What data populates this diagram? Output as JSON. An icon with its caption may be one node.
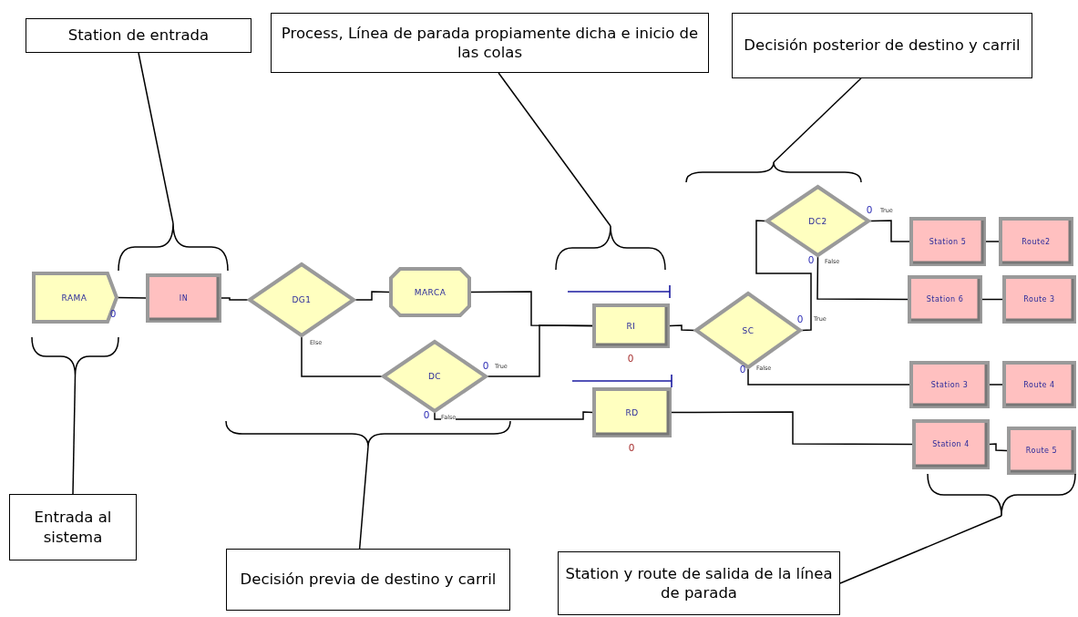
{
  "diagram": {
    "nodes": [
      {
        "text": [
          "Station de entrada"
        ]
      },
      {
        "text": [
          "Process, Línea de parada propiamente dicha e inicio de las colas"
        ]
      },
      {
        "text": [
          "Decisión posterior de destino y carril"
        ]
      },
      {
        "text": [
          "RAMA"
        ],
        "beside": [
          "0"
        ]
      },
      {
        "text": [
          "IN"
        ]
      },
      {
        "text": [
          "DG1"
        ]
      },
      {
        "text": [
          "MARCA"
        ]
      },
      {
        "text": [
          "DC"
        ],
        "beside": [
          "0",
          "0"
        ]
      },
      {
        "text": [
          "RI"
        ],
        "beside": [
          "0"
        ]
      },
      {
        "text": [
          "RD"
        ],
        "beside": [
          "0"
        ]
      },
      {
        "text": [
          "SC"
        ],
        "beside": [
          "0",
          "0"
        ]
      },
      {
        "text": [
          "DC2"
        ],
        "beside": [
          "0",
          "0"
        ]
      },
      {
        "text": [
          "Station 5"
        ]
      },
      {
        "text": [
          "Route2"
        ]
      },
      {
        "text": [
          "Station 6"
        ]
      },
      {
        "text": [
          "Route 3"
        ]
      },
      {
        "text": [
          "Station 3"
        ]
      },
      {
        "text": [
          "Route 4"
        ]
      },
      {
        "text": [
          "Station 4"
        ]
      },
      {
        "text": [
          "Route 5"
        ]
      },
      {
        "text": [
          "Entrada al sistema"
        ]
      },
      {
        "text": [
          "Decisión previa de destino y carril"
        ]
      },
      {
        "text": [
          "Station y route de salida de la línea de parada"
        ]
      },
      {
        "text": [],
        "shape": "bracket"
      },
      {
        "text": [],
        "shape": "bracket"
      },
      {
        "text": [],
        "shape": "bracket"
      },
      {
        "text": [],
        "shape": "bracket"
      },
      {
        "text": [],
        "shape": "bracket"
      },
      {
        "text": [],
        "shape": "bracket"
      }
    ],
    "edges": [
      {
        "from": 3,
        "to": 4,
        "arrow": "none"
      },
      {
        "from": 4,
        "to": 5,
        "arrow": "none"
      },
      {
        "from": 5,
        "to": 6,
        "arrow": "none"
      },
      {
        "from": 5,
        "to": 7,
        "arrow": "none",
        "label": "Else"
      },
      {
        "from": 6,
        "to": 8,
        "arrow": "none"
      },
      {
        "from": 7,
        "to": 8,
        "arrow": "none",
        "label": "True"
      },
      {
        "from": 7,
        "to": 9,
        "arrow": "none",
        "label": "False"
      },
      {
        "from": 8,
        "to": 10,
        "arrow": "none"
      },
      {
        "from": 10,
        "to": 11,
        "arrow": "none",
        "label": "True"
      },
      {
        "from": 10,
        "to": 16,
        "arrow": "none",
        "label": "False"
      },
      {
        "from": 11,
        "to": 12,
        "arrow": "none",
        "label": "True"
      },
      {
        "from": 11,
        "to": 14,
        "arrow": "none",
        "label": "False"
      },
      {
        "from": 12,
        "to": 13,
        "arrow": "none"
      },
      {
        "from": 14,
        "to": 15,
        "arrow": "none"
      },
      {
        "from": 16,
        "to": 17,
        "arrow": "none"
      },
      {
        "from": 9,
        "to": 18,
        "arrow": "none"
      },
      {
        "from": 18,
        "to": 19,
        "arrow": "none"
      },
      {
        "from": 0,
        "to": 24,
        "arrow": "none"
      },
      {
        "from": 1,
        "to": 26,
        "arrow": "none"
      },
      {
        "from": 2,
        "to": 27,
        "arrow": "none"
      },
      {
        "from": 20,
        "to": 23,
        "arrow": "none"
      },
      {
        "from": 21,
        "to": 25,
        "arrow": "none"
      },
      {
        "from": 22,
        "to": 28,
        "arrow": "none"
      }
    ]
  }
}
